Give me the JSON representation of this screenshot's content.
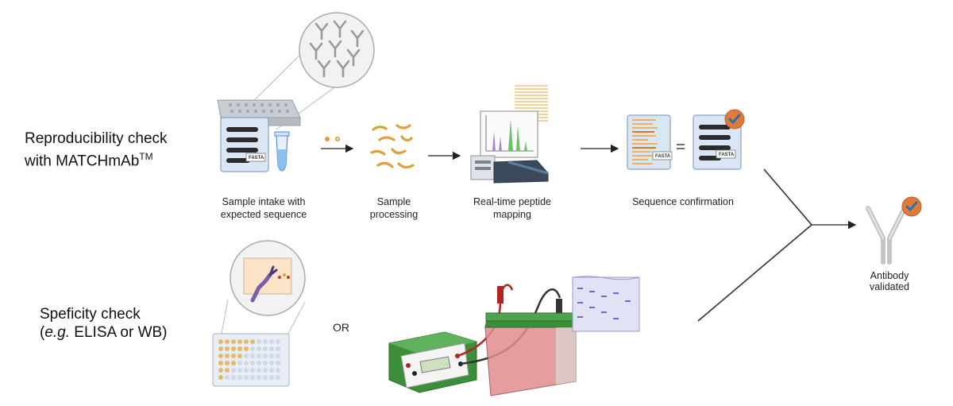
{
  "rows": {
    "reproducibility": {
      "line1": "Reproducibility check",
      "line2": "with MATCHmAb",
      "superscript": "TM"
    },
    "specificity": {
      "line1": "Speficity check",
      "line2_italic": "e.g.",
      "line2_rest": " ELISA or WB)"
    }
  },
  "steps": [
    {
      "line1": "Sample intake with",
      "line2": "expected sequence"
    },
    {
      "line1": "Sample",
      "line2": "processing"
    },
    {
      "line1": "Real-time peptide",
      "line2": "mapping"
    },
    {
      "line1": "Sequence confirmation",
      "line2": ""
    }
  ],
  "or_label": "OR",
  "result_label": "Antibody validated",
  "file_label": "FASTA",
  "colors": {
    "check_badge": "#e07a3c",
    "check_mark": "#1f6fb3",
    "gel_box": "#3b8f3a",
    "peptide": "#e0a040"
  }
}
